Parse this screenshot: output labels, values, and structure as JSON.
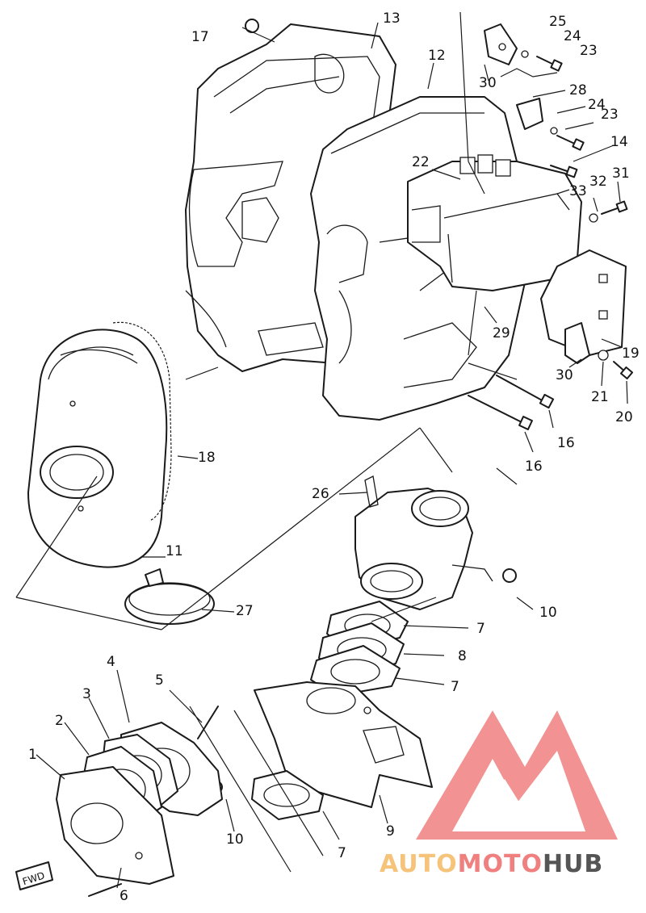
{
  "callouts": {
    "c1": "1",
    "c2": "2",
    "c3": "3",
    "c4": "4",
    "c5": "5",
    "c6": "6",
    "c7a": "7",
    "c7b": "7",
    "c7c": "7",
    "c8": "8",
    "c9": "9",
    "c10a": "10",
    "c10b": "10",
    "c11": "11",
    "c12": "12",
    "c13": "13",
    "c14": "14",
    "c16a": "16",
    "c16b": "16",
    "c17": "17",
    "c18": "18",
    "c19": "19",
    "c20": "20",
    "c21": "21",
    "c22": "22",
    "c23a": "23",
    "c23b": "23",
    "c24a": "24",
    "c24b": "24",
    "c25": "25",
    "c26": "26",
    "c27": "27",
    "c28": "28",
    "c29": "29",
    "c30a": "30",
    "c30b": "30",
    "c31": "31",
    "c32": "32",
    "c33": "33"
  },
  "fwd_label": "FWD",
  "watermark": {
    "part1": "AUTO",
    "part2": "MOTO",
    "part3": "HUB",
    "color_light": "#f5c37a",
    "color_red": "#f08080",
    "color_dark": "#555555"
  }
}
